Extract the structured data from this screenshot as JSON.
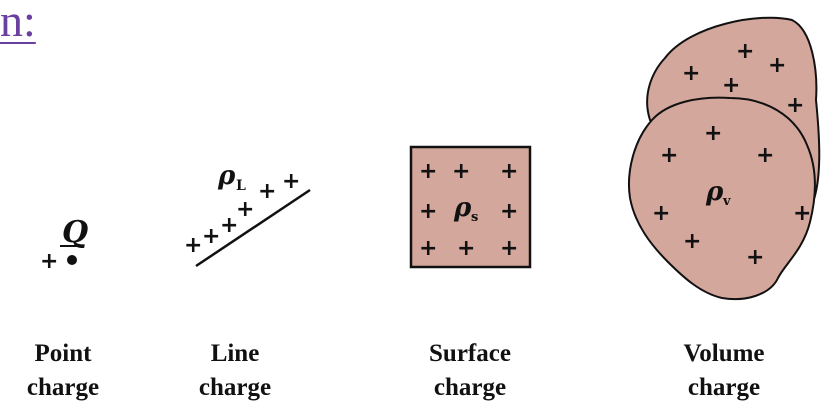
{
  "heading": "n:",
  "colors": {
    "fill": "#d4a79d",
    "stroke": "#111111",
    "heading": "#6b3fa0"
  },
  "charges": [
    {
      "symbol": "Q",
      "caption_line1": "Point",
      "caption_line2": "charge"
    },
    {
      "symbol": "ρ",
      "subscript": "L",
      "caption_line1": "Line",
      "caption_line2": "charge"
    },
    {
      "symbol": "ρ",
      "subscript": "s",
      "caption_line1": "Surface",
      "caption_line2": "charge"
    },
    {
      "symbol": "ρ",
      "subscript": "v",
      "caption_line1": "Volume",
      "caption_line2": "charge"
    }
  ]
}
